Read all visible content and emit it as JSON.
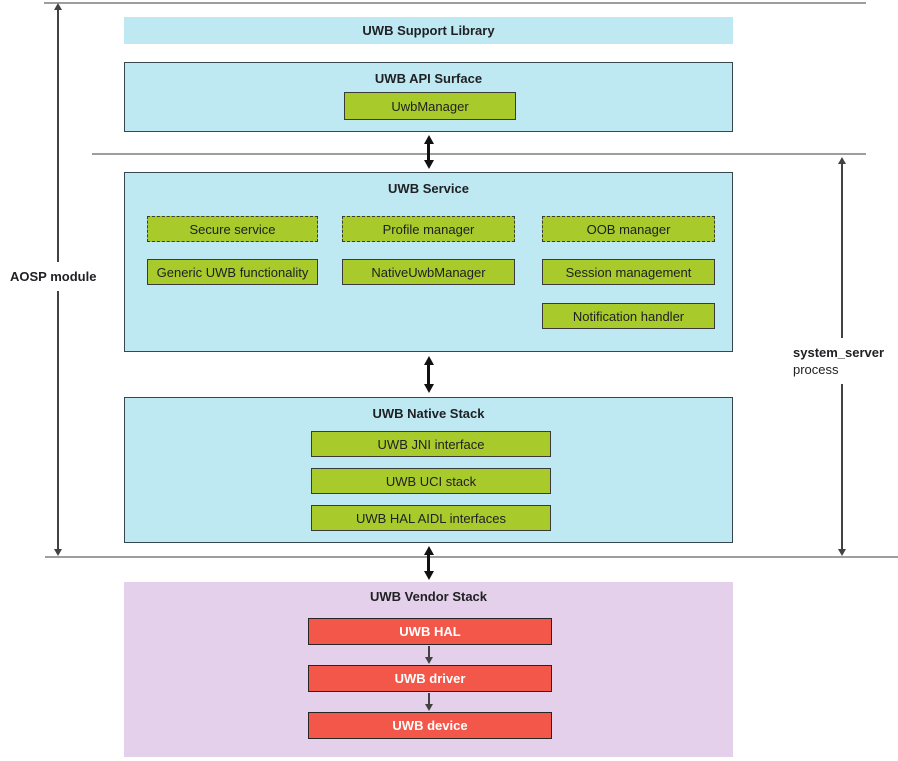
{
  "boxes": {
    "support_library": {
      "title": "UWB Support Library"
    },
    "api_surface": {
      "title": "UWB API Surface",
      "items": [
        "UwbManager"
      ]
    },
    "service": {
      "title": "UWB Service",
      "row1": [
        "Secure service",
        "Profile manager",
        "OOB manager"
      ],
      "row2": [
        "Generic UWB functionality",
        "NativeUwbManager",
        "Session management"
      ],
      "row3": [
        "Notification handler"
      ]
    },
    "native_stack": {
      "title": "UWB Native Stack",
      "items": [
        "UWB JNI interface",
        "UWB UCI stack",
        "UWB HAL AIDL interfaces"
      ]
    },
    "vendor_stack": {
      "title": "UWB Vendor Stack",
      "items": [
        "UWB HAL",
        "UWB driver",
        "UWB device"
      ]
    }
  },
  "side_labels": {
    "left": "AOSP module",
    "right_line1": "system_server",
    "right_line2": "process"
  },
  "colors": {
    "box_blue": "#BEE9F2",
    "box_green": "#A8CA2B",
    "box_purple": "#E5D0EB",
    "box_red": "#F3574A",
    "border_dark": "#37474F",
    "line_gray": "#9E9E9E",
    "arrow_black": "#111111",
    "arrow_gray": "#424242",
    "text_dark": "#202124",
    "text_white": "#FFFFFF"
  }
}
